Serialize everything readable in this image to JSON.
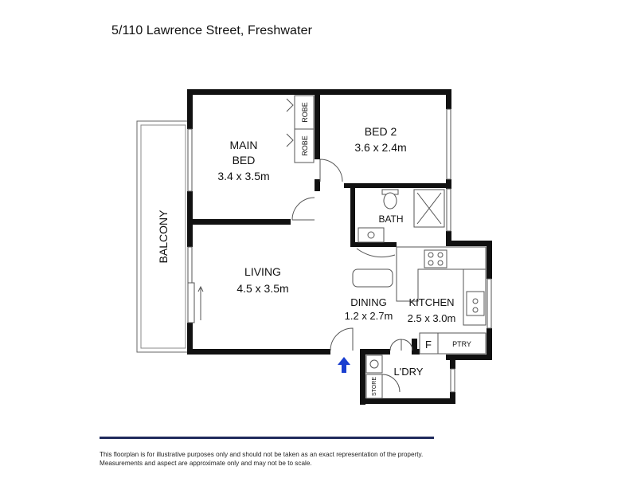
{
  "address": "5/110 Lawrence Street, Freshwater",
  "rooms": {
    "main_bed": {
      "name_line1": "MAIN",
      "name_line2": "BED",
      "size": "3.4 x 3.5m"
    },
    "bed2": {
      "name": "BED 2",
      "size": "3.6 x 2.4m"
    },
    "bath": {
      "name": "BATH"
    },
    "living": {
      "name": "LIVING",
      "size": "4.5 x 3.5m"
    },
    "dining": {
      "name": "DINING",
      "size": "1.2 x 2.7m"
    },
    "kitchen": {
      "name": "KITCHEN",
      "size": "2.5 x 3.0m"
    },
    "laundry": {
      "name": "L'DRY"
    },
    "balcony": {
      "name": "BALCONY"
    }
  },
  "fixtures": {
    "robe_label": "ROBE",
    "fridge_label": "F",
    "pantry_label": "PTRY",
    "store_label": "STORE"
  },
  "entry_arrow_color": "#1a3fd0",
  "disclaimer": {
    "line1": "This floorplan is for illustrative purposes only and should not be taken as an exact representation of the property.",
    "line2": "Measurements and aspect are approximate only and may not be to scale."
  }
}
